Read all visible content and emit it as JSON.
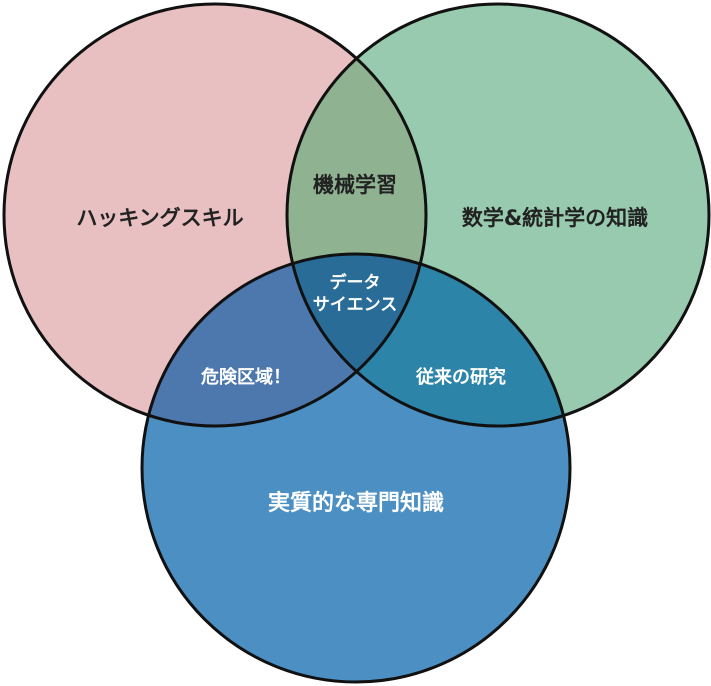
{
  "diagram": {
    "sets": {
      "hacking": "ハッキングスキル",
      "math": "数学&統計学の知識",
      "domain": "実質的な専門知識"
    },
    "intersections": {
      "hacking_math": "機械学習",
      "hacking_domain": "危険区域！",
      "math_domain": "従来の研究",
      "all_line1": "データ",
      "all_line2": "サイエンス"
    },
    "colors": {
      "hacking": "#e8c0c2",
      "math": "#97caae",
      "domain": "#4c8fc3",
      "hacking_math": "#8fb290",
      "hacking_domain": "#4c78ad",
      "math_domain": "#2c84a9",
      "center": "#2a6c98",
      "outline": "#111111"
    }
  }
}
